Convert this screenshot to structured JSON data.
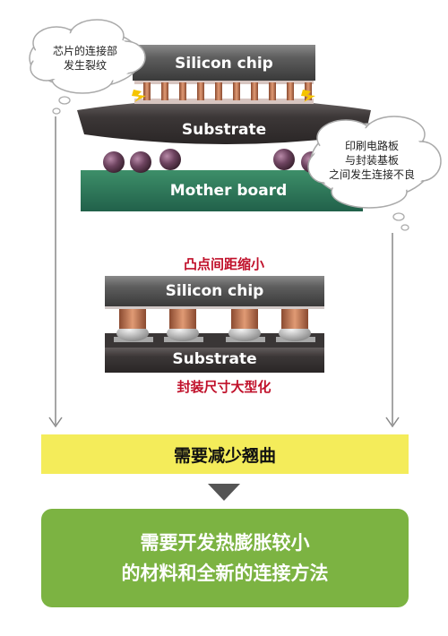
{
  "top_diagram": {
    "silicon_chip": "Silicon chip",
    "substrate": "Substrate",
    "mother_board": "Mother board",
    "cloud_left": [
      "芯片的连接部",
      "发生裂纹"
    ],
    "cloud_right": [
      "印刷电路板",
      "与封装基板",
      "之间发生连接不良"
    ]
  },
  "middle_diagram": {
    "caption_top": "凸点间距缩小",
    "silicon_chip": "Silicon chip",
    "substrate": "Substrate",
    "caption_bottom": "封装尺寸大型化"
  },
  "banner": "需要减少翘曲",
  "conclusion": [
    "需要开发热膨胀较小",
    "的材料和全新的连接方法"
  ],
  "colors": {
    "chip": "#5a5a5a",
    "substrate": "#3e3a3a",
    "mother_board": "#2e7d5a",
    "bump": "#c06a48",
    "crack": "#f5c400",
    "banner": "#f4ec5a",
    "green_box": "#7cb342",
    "red_caption": "#c0102a"
  }
}
